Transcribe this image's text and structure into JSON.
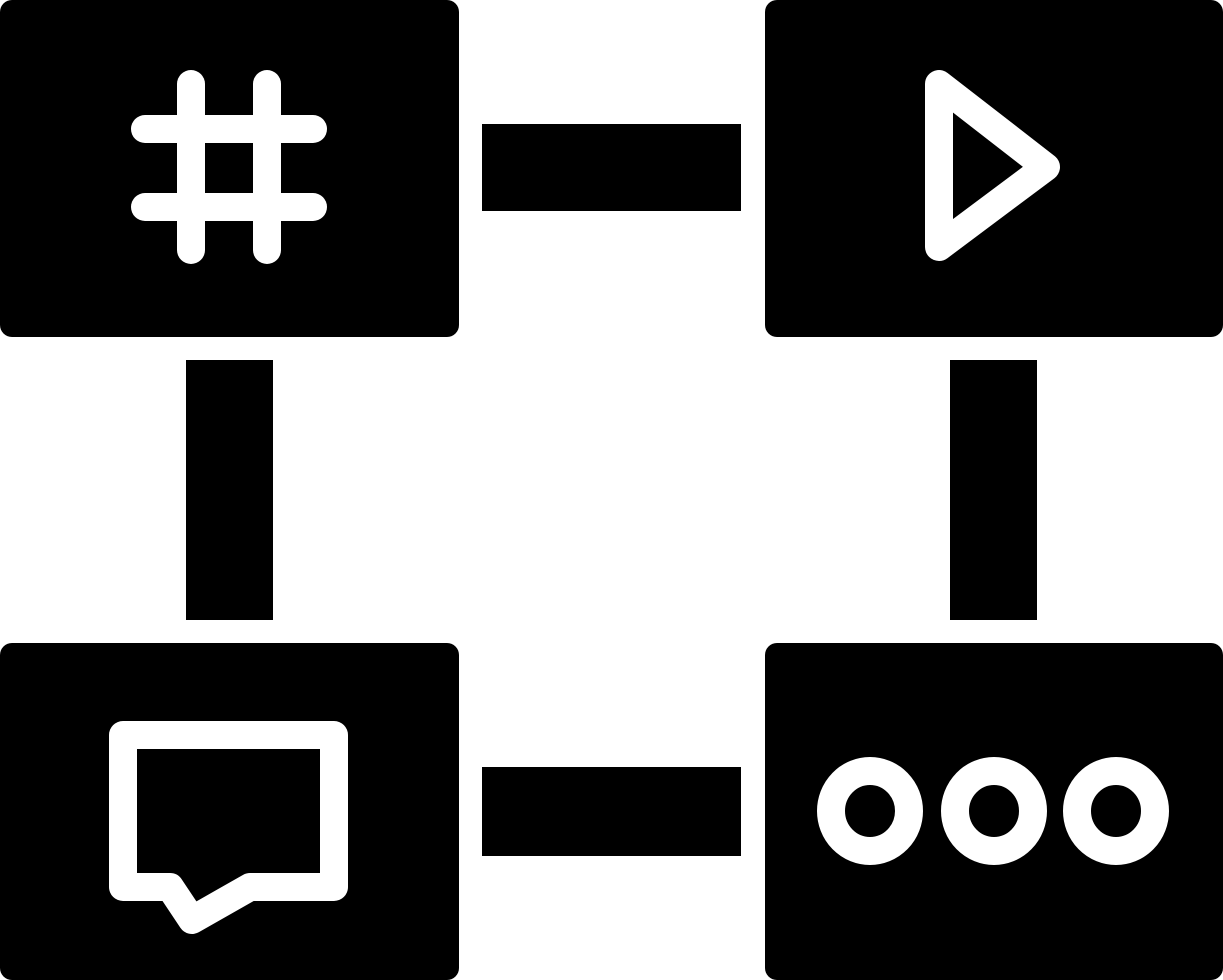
{
  "colors": {
    "foreground": "#000000",
    "background": "#ffffff"
  },
  "nodes": [
    {
      "id": "top-left",
      "icon": "hashtag-icon"
    },
    {
      "id": "top-right",
      "icon": "play-icon"
    },
    {
      "id": "bottom-left",
      "icon": "chat-bubble-icon"
    },
    {
      "id": "bottom-right",
      "icon": "more-dots-icon"
    }
  ],
  "connections": [
    {
      "from": "top-left",
      "to": "top-right"
    },
    {
      "from": "top-left",
      "to": "bottom-left"
    },
    {
      "from": "top-right",
      "to": "bottom-right"
    },
    {
      "from": "bottom-left",
      "to": "bottom-right"
    }
  ]
}
